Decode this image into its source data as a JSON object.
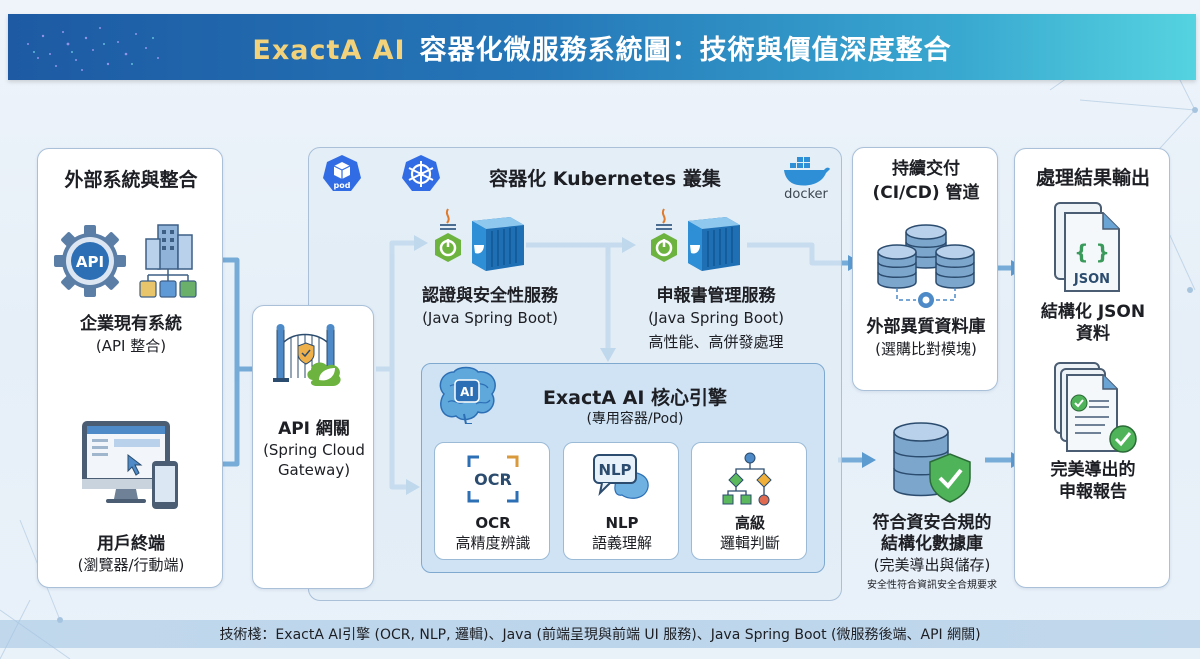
{
  "header": {
    "brand": "ExactA AI",
    "title": "容器化微服務系統圖：技術與價值深度整合"
  },
  "colors": {
    "arrow": "#5b9bd0",
    "header_start": "#1d5aa3",
    "header_end": "#55d3e0",
    "brand_text": "#f2d27a",
    "spring_green": "#6db33f",
    "docker_blue": "#2f8fd6",
    "k8s_blue": "#326ce5"
  },
  "external": {
    "title": "外部系統與整合",
    "enterprise": {
      "icon": "api-gear-building-icon",
      "api_label": "API",
      "name": "企業現有系統",
      "detail": "(API 整合)"
    },
    "client": {
      "icon": "desktop-mobile-icon",
      "name": "用戶終端",
      "detail": "(瀏覽器/行動端)"
    }
  },
  "gateway": {
    "icon": "gate-shield-spring-icon",
    "name": "API 網關",
    "detail_line1": "(Spring Cloud",
    "detail_line2": "Gateway)"
  },
  "cluster": {
    "title": "容器化 Kubernetes 叢集",
    "pod_label": "pod",
    "docker_label": "docker",
    "services": [
      {
        "name": "認證與安全性服務",
        "tech": "(Java Spring Boot)",
        "note": ""
      },
      {
        "name": "申報書管理服務",
        "tech": "(Java Spring Boot)",
        "note": "高性能、高併發處理"
      }
    ],
    "core": {
      "ai_label": "AI",
      "title": "ExactA AI 核心引擎",
      "subtitle": "(專用容器/Pod)",
      "modules": [
        {
          "icon": "ocr-scan-icon",
          "icon_text": "OCR",
          "line1": "OCR",
          "line2": "高精度辨識"
        },
        {
          "icon": "nlp-chat-brain-icon",
          "icon_text": "NLP",
          "line1": "NLP",
          "line2": "語義理解"
        },
        {
          "icon": "decision-tree-icon",
          "icon_text": "",
          "line1": "高級",
          "line2": "邏輯判斷"
        }
      ]
    }
  },
  "cicd": {
    "title_line1": "持續交付",
    "title_line2": "(CI/CD) 管道",
    "db_name": "外部異質資料庫",
    "db_detail": "(選購比對模塊)"
  },
  "secure_db": {
    "line1": "符合資安合規的",
    "line2": "結構化數據庫",
    "line3": "(完美導出與儲存)",
    "note": "安全性符合資訊安全合規要求"
  },
  "output": {
    "title": "處理結果輸出",
    "json": {
      "icon_text": "JSON",
      "line1": "結構化 JSON",
      "line2": "資料"
    },
    "report": {
      "line1": "完美導出的",
      "line2": "申報報告"
    }
  },
  "footer": {
    "tech_stack": "技術棧：ExactA AI引擎 (OCR, NLP, 邏輯)、Java (前端呈現與前端 UI 服務)、Java Spring Boot (微服務後端、API 網關)"
  }
}
